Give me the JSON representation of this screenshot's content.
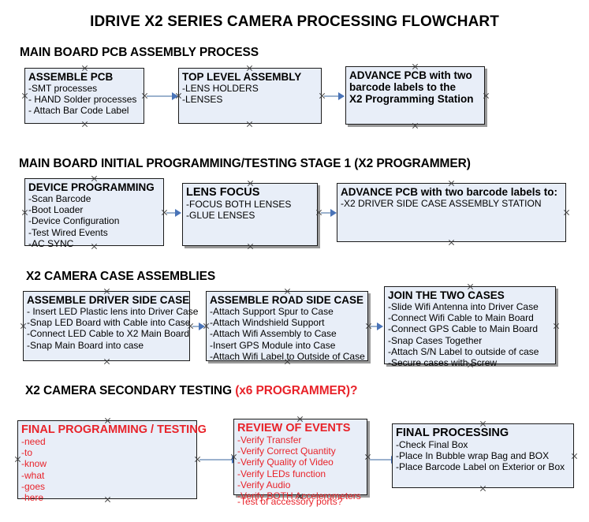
{
  "document": {
    "title": "IDRIVE X2  SERIES CAMERA PROCESSING FLOWCHART"
  },
  "colors": {
    "accent_red": "#e8232a",
    "box_fill": "#e8eef8",
    "box_border": "#1b1b1b",
    "arrow_line": "#9bb2ce",
    "arrow_head": "#4a74b8",
    "shadow": "#9a9a9a"
  },
  "sections": [
    {
      "heading": "MAIN BOARD PCB ASSEMBLY PROCESS",
      "heading_accent": "",
      "nodes": [
        {
          "title": "ASSEMBLE PCB",
          "lines": [
            "-SMT processes",
            "- HAND Solder processes",
            "- Attach Bar Code Label"
          ]
        },
        {
          "title": "TOP LEVEL ASSEMBLY",
          "lines": [
            "-LENS HOLDERS",
            "-LENSES"
          ]
        },
        {
          "title": "ADVANCE PCB with two",
          "lines": [
            "barcode labels to the",
            " X2 Programming Station"
          ]
        }
      ]
    },
    {
      "heading": "MAIN BOARD INITIAL PROGRAMMING/TESTING STAGE 1 (X2 PROGRAMMER)",
      "heading_accent": "",
      "nodes": [
        {
          "title": "DEVICE PROGRAMMING",
          "lines": [
            "-Scan Barcode",
            "-Boot Loader",
            "-Device Configuration",
            "-Test Wired Events",
            "-AC SYNC"
          ]
        },
        {
          "title": "LENS FOCUS",
          "lines": [
            "-FOCUS BOTH LENSES",
            "-GLUE LENSES"
          ]
        },
        {
          "title": "ADVANCE PCB with two barcode labels to:",
          "lines": [
            "-X2 DRIVER  SIDE  CASE  ASSEMBLY STATION"
          ]
        }
      ]
    },
    {
      "heading": "X2 CAMERA CASE ASSEMBLIES",
      "heading_accent": "",
      "nodes": [
        {
          "title": "ASSEMBLE DRIVER SIDE CASE",
          "lines": [
            "- Insert LED Plastic lens into Driver Case",
            "-Snap LED Board with Cable into Case",
            "-Connect LED Cable to X2 Main Board",
            "-Snap Main Board into case"
          ]
        },
        {
          "title": "ASSEMBLE ROAD SIDE CASE",
          "lines": [
            "-Attach Support Spur to Case",
            "-Attach Windshield Support",
            "-Attach Wifi Assembly to Case",
            "-Insert GPS Module into Case",
            "-Attach Wifi Label to Outside of Case"
          ]
        },
        {
          "title": "JOIN THE TWO CASES",
          "lines": [
            "-Slide Wifi Antenna into Driver Case",
            "-Connect Wifi Cable to Main Board",
            "-Connect GPS Cable to Main Board",
            "-Snap Cases Together",
            "-Attach S/N Label to outside of case",
            "-Secure cases with Screw"
          ]
        }
      ]
    },
    {
      "heading": "X2 CAMERA SECONDARY TESTING ",
      "heading_accent": "(x6 PROGRAMMER)?",
      "nodes": [
        {
          "title": "FINAL PROGRAMMING / TESTING",
          "lines": [
            "-need",
            "-to",
            "-know",
            "-what",
            "-goes",
            "-here"
          ]
        },
        {
          "title": "REVIEW OF EVENTS",
          "lines": [
            "-Verify Transfer",
            "-Verify Correct Quantity",
            "-Verify Quality of Video",
            "-Verify LEDs function",
            "-Verify Audio",
            "-Verify BOTH Accelerometers"
          ],
          "overflow_line": "-Test of accessory ports?"
        },
        {
          "title": "FINAL PROCESSING",
          "lines": [
            " -Check Final Box",
            "-Place In Bubble wrap Bag and BOX",
            "-Place Barcode Label on Exterior or Box"
          ]
        }
      ]
    }
  ]
}
